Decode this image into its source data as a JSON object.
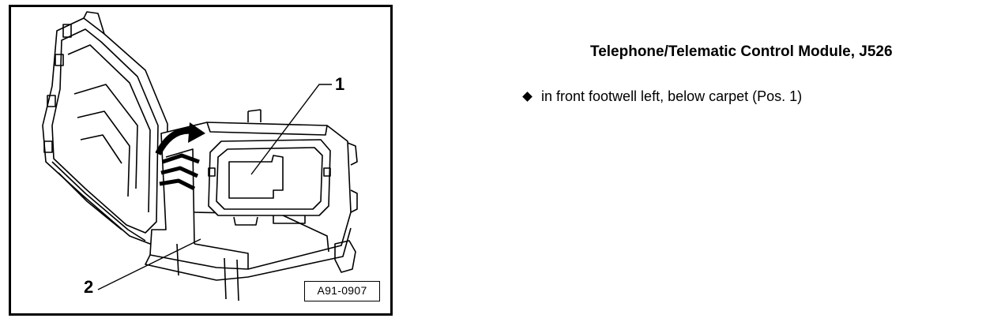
{
  "figure": {
    "callout_1": "1",
    "callout_2": "2",
    "figure_code": "A91-0907",
    "icon": "module-illustration"
  },
  "content": {
    "heading": "Telephone/Telematic Control Module, J526",
    "bullets": [
      {
        "icon": "diamond-bullet-icon",
        "text": "in front footwell left, below carpet (Pos. 1)"
      }
    ]
  }
}
